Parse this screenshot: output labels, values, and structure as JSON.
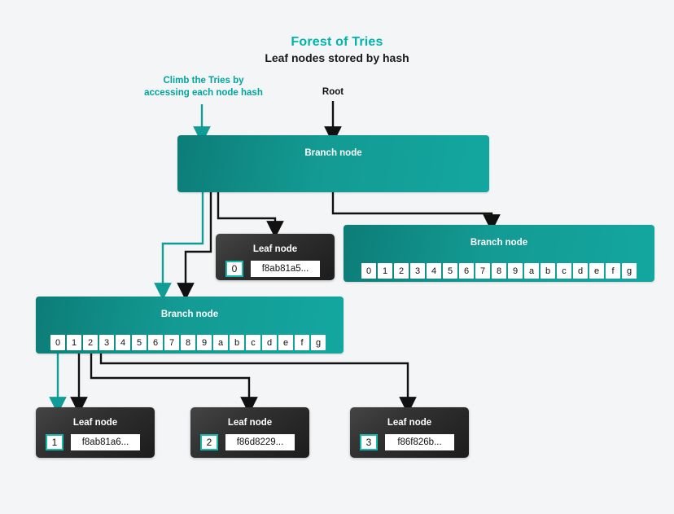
{
  "header": {
    "title": "Forest of Tries",
    "subtitle": "Leaf nodes stored by hash",
    "title_color": "#00b3ab"
  },
  "annotations": [
    {
      "id": "climb",
      "line1": "Climb the Tries by",
      "line2": "accessing each node hash",
      "color": "#00a59d"
    },
    {
      "id": "root",
      "line1": "Root",
      "line2": "",
      "color": "#111111"
    }
  ],
  "palette": {
    "background": "#f4f5f6",
    "branch_from": "#0d7c77",
    "branch_to": "#13a7a0",
    "leaf_from": "#454545",
    "leaf_to": "#1c1c1c",
    "accent_teal": "#17b8b0",
    "arrow_dark": "#111111"
  },
  "branch_cells": [
    "0",
    "1",
    "2",
    "3",
    "4",
    "5",
    "6",
    "7",
    "8",
    "9",
    "a",
    "b",
    "c",
    "d",
    "e",
    "f",
    "g"
  ],
  "nodes": {
    "branch_root": {
      "label": "Branch node"
    },
    "branch_right": {
      "label": "Branch node"
    },
    "branch_left": {
      "label": "Branch node"
    },
    "leaf_top": {
      "label": "Leaf node",
      "index": "0",
      "hash": "f8ab81a5..."
    },
    "leaf_1": {
      "label": "Leaf node",
      "index": "1",
      "hash": "f8ab81a6..."
    },
    "leaf_2": {
      "label": "Leaf node",
      "index": "2",
      "hash": "f86d8229..."
    },
    "leaf_3": {
      "label": "Leaf node",
      "index": "3",
      "hash": "f86f826b..."
    }
  }
}
